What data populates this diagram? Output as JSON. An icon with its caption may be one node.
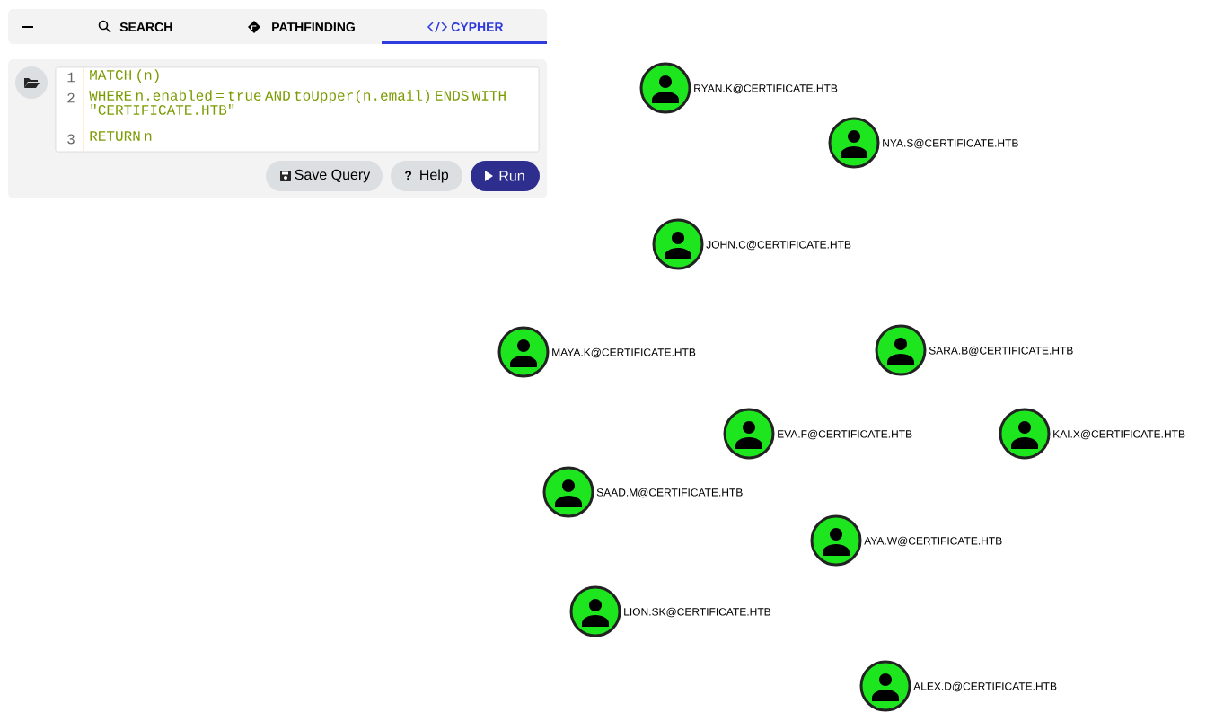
{
  "diagram": {
    "nodes": [
      {
        "text": [],
        "shape": "circle",
        "beside": [
          "RYAN.K@CERTIFICATE.HTB"
        ]
      },
      {
        "text": [],
        "shape": "circle",
        "beside": [
          "NYA.S@CERTIFICATE.HTB"
        ]
      },
      {
        "text": [],
        "shape": "circle",
        "beside": [
          "JOHN.C@CERTIFICATE.HTB"
        ]
      },
      {
        "text": [],
        "shape": "circle",
        "beside": [
          "MAYA.K@CERTIFICATE.HTB"
        ]
      },
      {
        "text": [],
        "shape": "circle",
        "beside": [
          "SARA.B@CERTIFICATE.HTB"
        ]
      },
      {
        "text": [],
        "shape": "circle",
        "beside": [
          "EVA.F@CERTIFICATE.HTB"
        ]
      },
      {
        "text": [],
        "shape": "circle",
        "beside": [
          "KAI.X@CERTIFICATE.HTB"
        ]
      },
      {
        "text": [],
        "shape": "circle",
        "beside": [
          "SAAD.M@CERTIFICATE.HTB"
        ]
      },
      {
        "text": [],
        "shape": "circle",
        "beside": [
          "AYA.W@CERTIFICATE.HTB"
        ]
      },
      {
        "text": [],
        "shape": "circle",
        "beside": [
          "LION.SK@CERTIFICATE.HTB"
        ]
      },
      {
        "text": [],
        "shape": "circle",
        "beside": [
          "ALEX.D@CERTIFICATE.HTB"
        ]
      }
    ],
    "labels": [
      "SEARCH",
      "PATHFINDING",
      "CYPHER",
      "1",
      "MATCH (n)",
      "2",
      "WHERE n.enabled = true AND toUpper(n.email) ENDS WITH \"CERTIFICATE.HTB\"",
      "3",
      "RETURN n",
      "Save Query",
      "?",
      "Help",
      "Run"
    ]
  }
}
